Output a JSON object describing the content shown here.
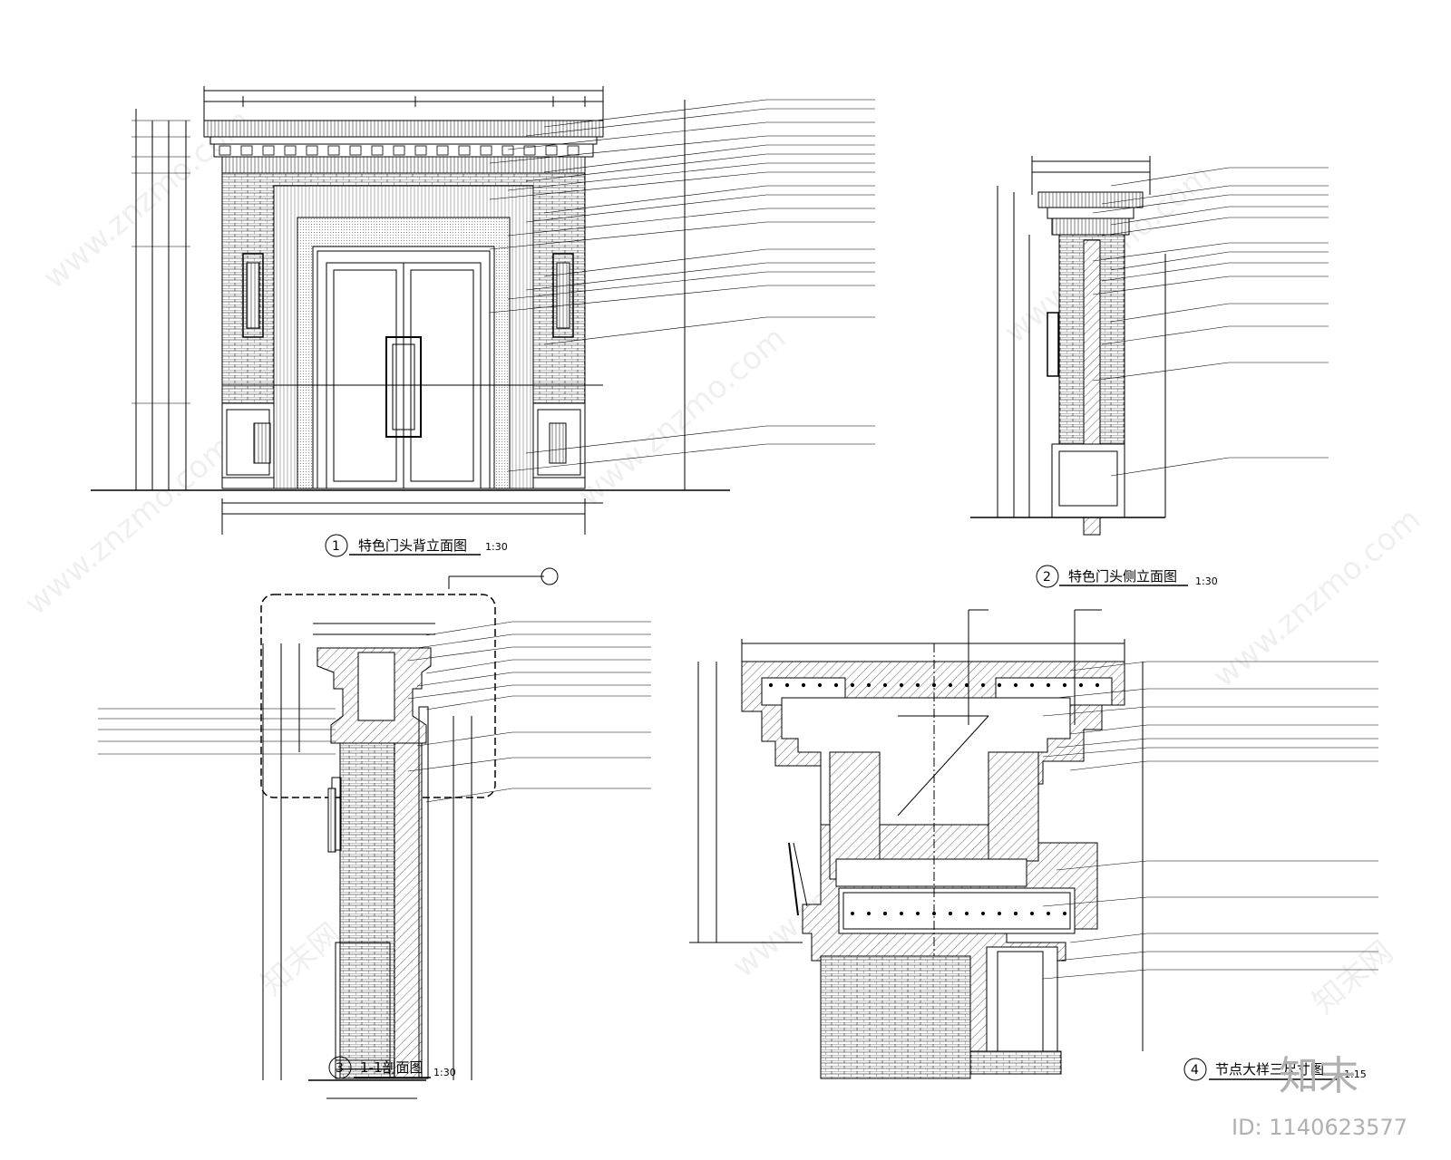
{
  "views": [
    {
      "number": "1",
      "title": "特色门头背立面图",
      "scale": "1:30"
    },
    {
      "number": "2",
      "title": "特色门头侧立面图",
      "scale": "1:30"
    },
    {
      "number": "3",
      "title": "1-1剖面图",
      "scale": "1:30"
    },
    {
      "number": "4",
      "title": "节点大样三尺寸图",
      "scale": "1:15"
    }
  ],
  "watermark": {
    "site": "www.znzmo.com",
    "brand": "知末网"
  },
  "logo": {
    "text": "知末",
    "id_label": "ID: 1140623577"
  },
  "colors": {
    "line": "#000000",
    "hatch": "#000000",
    "watermark": "#b0b0b0",
    "background": "#ffffff"
  }
}
